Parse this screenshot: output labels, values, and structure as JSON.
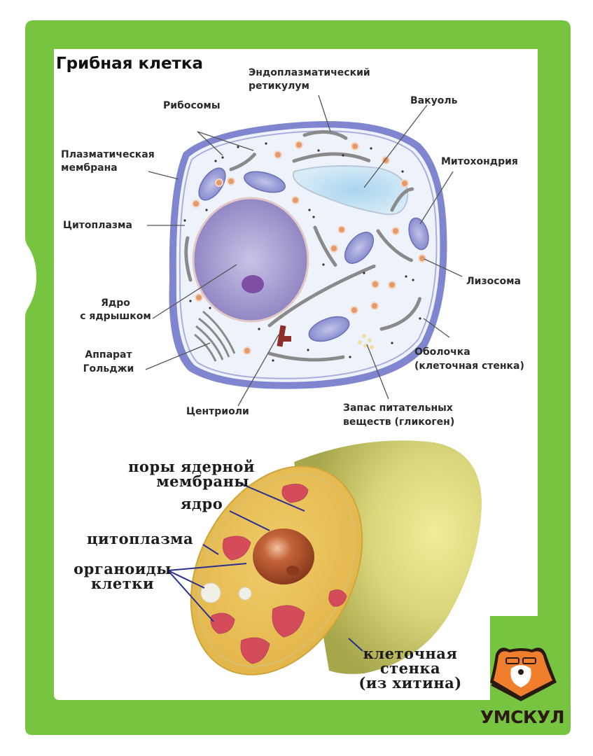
{
  "colors": {
    "frame_green": "#76c43f",
    "membrane_blue": "#7f86cf",
    "cytoplasm": "#eef3fb",
    "nucleus": "#a69bd0",
    "lysosome": "#e39a6a",
    "yellow_cell": "#e5c84a",
    "organoid_red": "#d44c5a",
    "logo_orange": "#ef7f2c"
  },
  "top_diagram": {
    "title": "Грибная клетка",
    "labels": {
      "ribosomes": "Рибосомы",
      "er_line1": "Эндоплазматический",
      "er_line2": "ретикулум",
      "vacuole": "Вакуоль",
      "plasma_membrane_line1": "Плазматическая",
      "plasma_membrane_line2": "мембрана",
      "mitochondria": "Митохондрия",
      "cytoplasm": "Цитоплазма",
      "lysosome": "Лизосома",
      "nucleus_line1": "Ядро",
      "nucleus_line2": "с ядрышком",
      "golgi_line1": "Аппарат",
      "golgi_line2": "Гольджи",
      "cell_wall_line1": "Оболочка",
      "cell_wall_line2": "(клеточная стенка)",
      "centrioles": "Центриоли",
      "glycogen_line1": "Запас питательных",
      "glycogen_line2": "веществ (гликоген)"
    }
  },
  "bottom_diagram": {
    "labels": {
      "nuclear_pores_line1": "поры ядерной",
      "nuclear_pores_line2": "мембраны",
      "nucleus": "ядро",
      "cytoplasm": "цитоплазма",
      "organoids_line1": "органоиды",
      "organoids_line2": "клетки",
      "cell_wall_line1": "клеточная",
      "cell_wall_line2": "стенка",
      "cell_wall_line3": "(из хитина)"
    }
  },
  "logo": {
    "icon": "bear-with-glasses-book-icon",
    "text": "УМСКУЛ"
  }
}
